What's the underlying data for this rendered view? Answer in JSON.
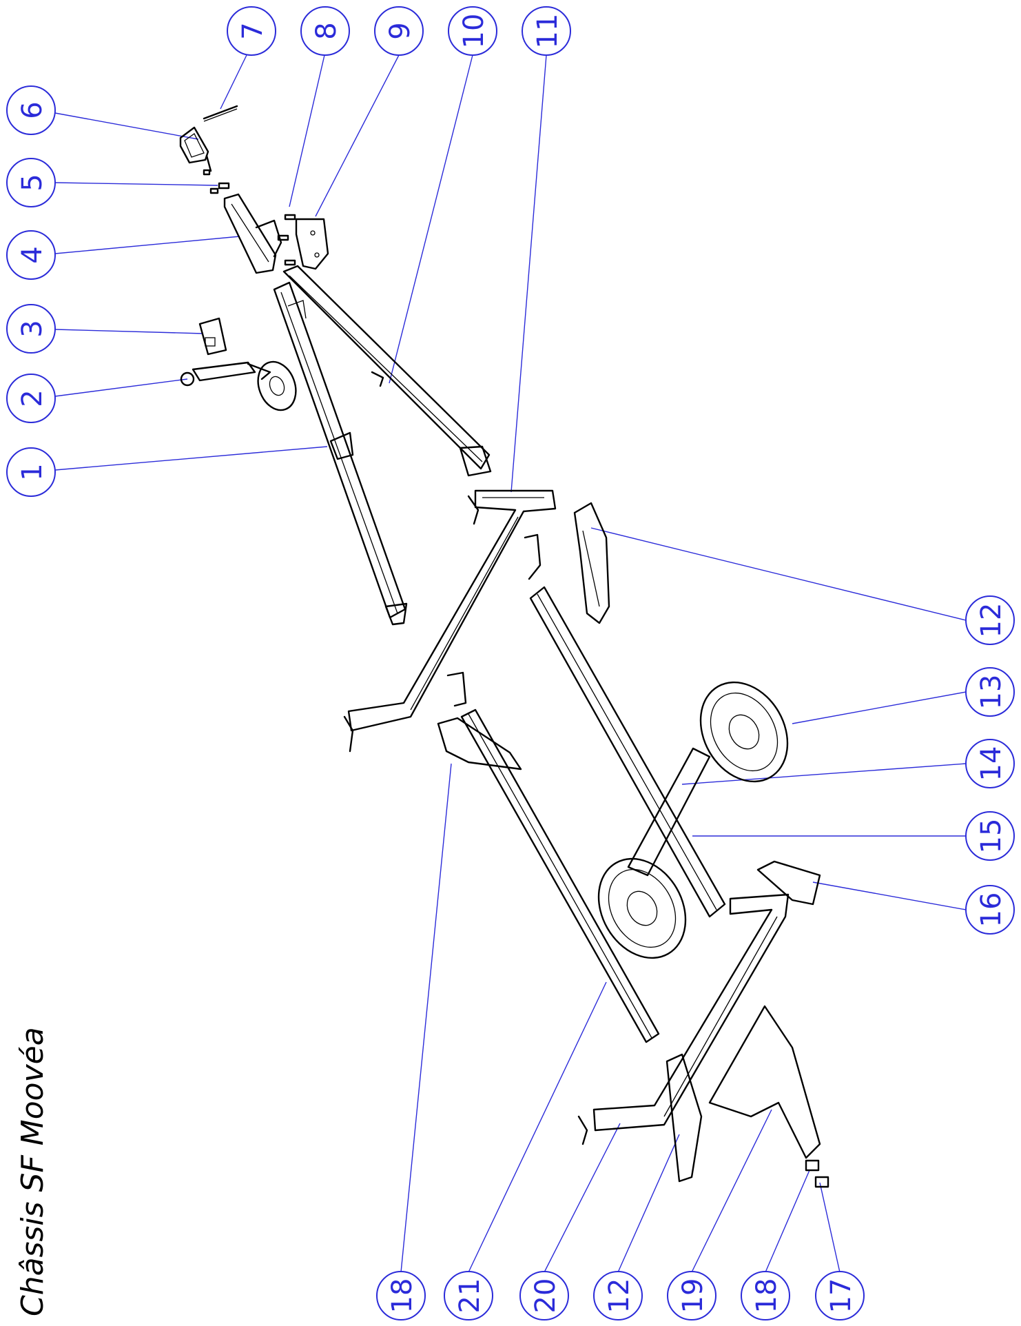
{
  "title": "Châssis SF Moovéa",
  "colors": {
    "callout": "#2b2bd9",
    "lines": "#000000",
    "background": "#ffffff"
  },
  "callouts": [
    {
      "label": "1"
    },
    {
      "label": "2"
    },
    {
      "label": "3"
    },
    {
      "label": "4"
    },
    {
      "label": "5"
    },
    {
      "label": "6"
    },
    {
      "label": "7"
    },
    {
      "label": "8"
    },
    {
      "label": "9"
    },
    {
      "label": "10"
    },
    {
      "label": "11"
    },
    {
      "label": "12"
    },
    {
      "label": "13"
    },
    {
      "label": "14"
    },
    {
      "label": "15"
    },
    {
      "label": "16"
    },
    {
      "label": "21"
    },
    {
      "label": "18"
    },
    {
      "label": "20"
    },
    {
      "label": "12"
    },
    {
      "label": "19"
    },
    {
      "label": "18"
    },
    {
      "label": "17"
    }
  ]
}
